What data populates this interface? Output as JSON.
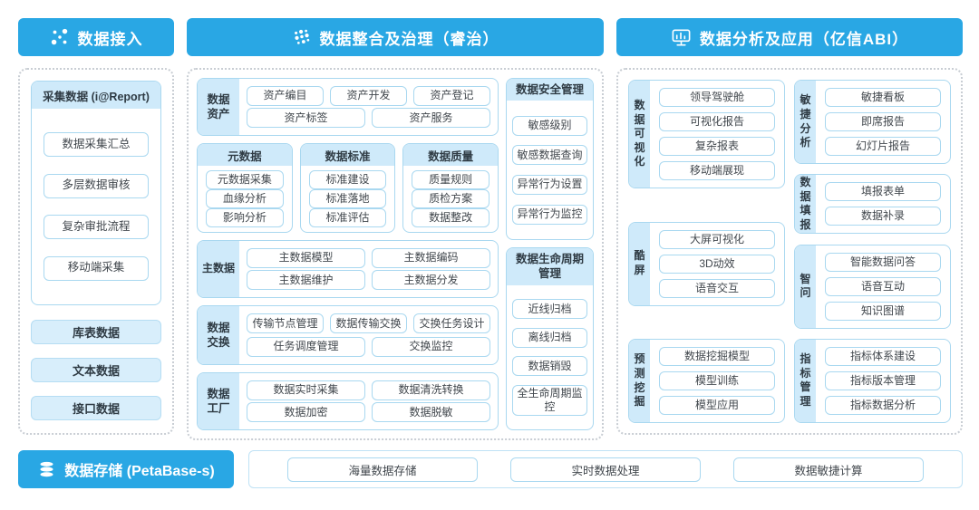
{
  "access": {
    "header": "数据接入",
    "report_card": {
      "title": "采集数据 (i@Report)",
      "items": [
        "数据采集汇总",
        "多层数据审核",
        "复杂审批流程",
        "移动端采集"
      ]
    },
    "data_buttons": [
      "库表数据",
      "文本数据",
      "接口数据"
    ]
  },
  "governance": {
    "header": "数据整合及治理（睿治）",
    "asset": {
      "label": "数据资产",
      "rows": [
        [
          "资产编目",
          "资产开发",
          "资产登记"
        ],
        [
          "资产标签",
          "资产服务"
        ]
      ]
    },
    "panels": [
      {
        "title": "元数据",
        "items": [
          "元数据采集",
          "血缘分析",
          "影响分析"
        ]
      },
      {
        "title": "数据标准",
        "items": [
          "标准建设",
          "标准落地",
          "标准评估"
        ]
      },
      {
        "title": "数据质量",
        "items": [
          "质量规则",
          "质检方案",
          "数据整改"
        ]
      }
    ],
    "master": {
      "label": "主数据",
      "rows": [
        [
          "主数据模型",
          "主数据编码"
        ],
        [
          "主数据维护",
          "主数据分发"
        ]
      ]
    },
    "exchange": {
      "label": "数据交换",
      "rows": [
        [
          "传输节点管理",
          "数据传输交换",
          "交换任务设计"
        ],
        [
          "任务调度管理",
          "交换监控"
        ]
      ]
    },
    "factory": {
      "label": "数据工厂",
      "rows": [
        [
          "数据实时采集",
          "数据清洗转换"
        ],
        [
          "数据加密",
          "数据脱敏"
        ]
      ]
    },
    "security": {
      "title": "数据安全管理",
      "items": [
        "敏感级别",
        "敏感数据查询",
        "异常行为设置",
        "异常行为监控"
      ]
    },
    "lifecycle": {
      "title": "数据生命周期管理",
      "items": [
        "近线归档",
        "离线归档",
        "数据销毁",
        "全生命周期监控"
      ]
    }
  },
  "analysis": {
    "header": "数据分析及应用（亿信ABI）",
    "left_groups": [
      {
        "label": "数据可视化",
        "items": [
          "领导驾驶舱",
          "可视化报告",
          "复杂报表",
          "移动端展现"
        ]
      },
      {
        "label": "酷屏",
        "items": [
          "大屏可视化",
          "3D动效",
          "语音交互"
        ]
      },
      {
        "label": "预测挖掘",
        "items": [
          "数据挖掘模型",
          "模型训练",
          "模型应用"
        ]
      }
    ],
    "right_groups": [
      {
        "label": "敏捷分析",
        "items": [
          "敏捷看板",
          "即席报告",
          "幻灯片报告"
        ]
      },
      {
        "label": "数据填报",
        "items": [
          "填报表单",
          "数据补录"
        ]
      },
      {
        "label": "智问",
        "items": [
          "智能数据问答",
          "语音互动",
          "知识图谱"
        ]
      },
      {
        "label": "指标管理",
        "items": [
          "指标体系建设",
          "指标版本管理",
          "指标数据分析"
        ]
      }
    ]
  },
  "storage": {
    "label": "数据存储 (PetaBase-s)",
    "items": [
      "海量数据存储",
      "实时数据处理",
      "数据敏捷计算"
    ]
  },
  "icons": {
    "access": "dots-cluster-icon",
    "governance": "dots-grid-icon",
    "analysis": "monitor-chart-icon",
    "storage": "database-icon"
  },
  "colors": {
    "accent_blue": "#29a7e4",
    "light_blue_fill": "#cfeafa",
    "border_blue": "#a9d8f0"
  }
}
